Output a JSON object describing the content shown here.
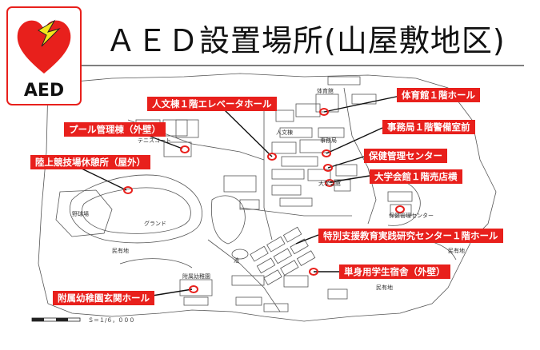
{
  "header": {
    "title": "ＡＥＤ設置場所(山屋敷地区)",
    "logo_text": "AED"
  },
  "colors": {
    "accent": "#e8201c",
    "bolt": "#f3e51b",
    "map_line": "#444444"
  },
  "locations": [
    {
      "id": "gym",
      "label": "体育館１階ホール"
    },
    {
      "id": "humanities",
      "label": "人文棟１階エレベータホール"
    },
    {
      "id": "admin",
      "label": "事務局１階警備室前"
    },
    {
      "id": "pool",
      "label": "プール管理棟（外壁）"
    },
    {
      "id": "health",
      "label": "保健管理センター"
    },
    {
      "id": "athletics",
      "label": "陸上競技場休憩所（屋外）"
    },
    {
      "id": "union",
      "label": "大学会館１階売店横"
    },
    {
      "id": "special",
      "label": "特別支援教育実践研究センター１階ホール"
    },
    {
      "id": "dorm",
      "label": "単身用学生宿舎（外壁）"
    },
    {
      "id": "kinder",
      "label": "附属幼稚園玄関ホール"
    }
  ],
  "map_labels": {
    "ground": "グランド",
    "baseball": "野球場",
    "tennis": "テニスコート",
    "private1": "民有地",
    "private2": "民有地",
    "private3": "民有地",
    "pond": "池",
    "health_center": "保健管理センター",
    "union_bldg": "大学会館",
    "gym_bldg": "体育館",
    "admin_bldg": "事務局",
    "humanities_bldg": "人文棟",
    "kinder_bldg": "附属幼稚園",
    "scale": "Ｓ＝１/６，０００"
  }
}
